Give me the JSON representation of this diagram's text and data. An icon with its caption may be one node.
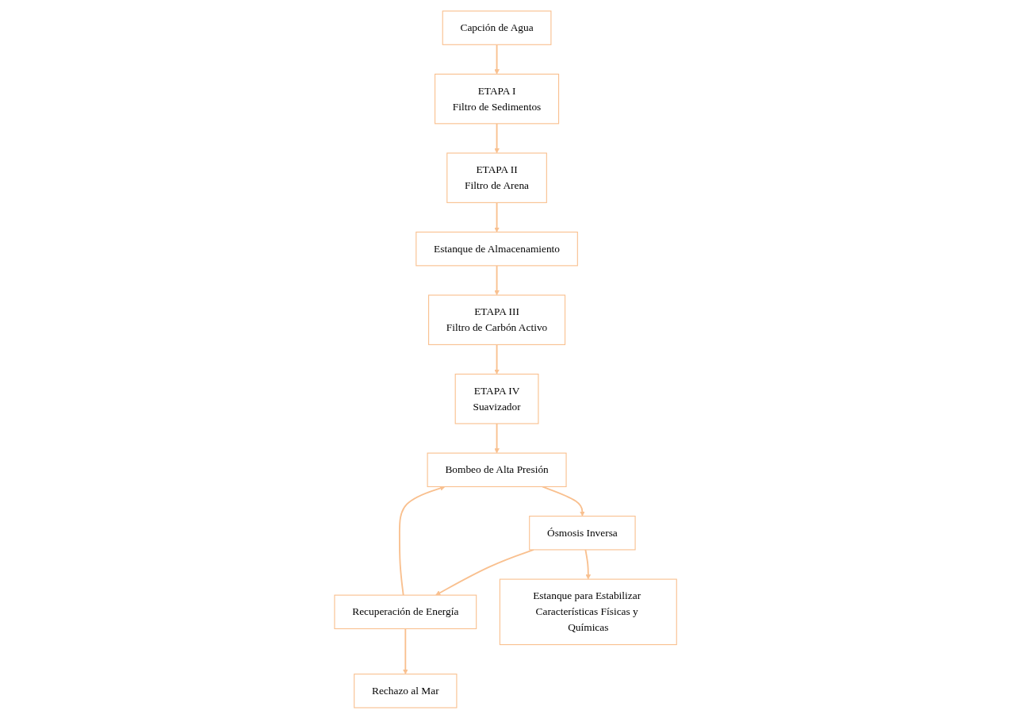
{
  "diagram": {
    "nodes": [
      {
        "text": [
          "Capción de Agua"
        ]
      },
      {
        "text": [
          "ETAPA I",
          "Filtro de Sedimentos"
        ]
      },
      {
        "text": [
          "ETAPA II",
          "Filtro de Arena"
        ]
      },
      {
        "text": [
          "Estanque de Almacenamiento"
        ]
      },
      {
        "text": [
          "ETAPA III",
          "Filtro de Carbón Activo"
        ]
      },
      {
        "text": [
          "ETAPA IV",
          "Suavizador"
        ]
      },
      {
        "text": [
          "Bombeo de Alta Presión"
        ]
      },
      {
        "text": [
          "Recuperación de Energía"
        ]
      },
      {
        "text": [
          "Ósmosis Inversa"
        ]
      },
      {
        "text": [
          "Estanque para Estabilizar Características Físicas y Químicas"
        ]
      },
      {
        "text": [
          "Rechazo al Mar"
        ]
      }
    ],
    "edges": [
      {
        "from": 0,
        "to": 1,
        "arrow": "to"
      },
      {
        "from": 1,
        "to": 2,
        "arrow": "to"
      },
      {
        "from": 2,
        "to": 3,
        "arrow": "to"
      },
      {
        "from": 3,
        "to": 4,
        "arrow": "to"
      },
      {
        "from": 4,
        "to": 5,
        "arrow": "to"
      },
      {
        "from": 5,
        "to": 6,
        "arrow": "to"
      },
      {
        "from": 6,
        "to": 8,
        "arrow": "to"
      },
      {
        "from": 8,
        "to": 7,
        "arrow": "to"
      },
      {
        "from": 8,
        "to": 9,
        "arrow": "to"
      },
      {
        "from": 7,
        "to": 6,
        "arrow": "to"
      },
      {
        "from": 7,
        "to": 10,
        "arrow": "to"
      }
    ]
  }
}
